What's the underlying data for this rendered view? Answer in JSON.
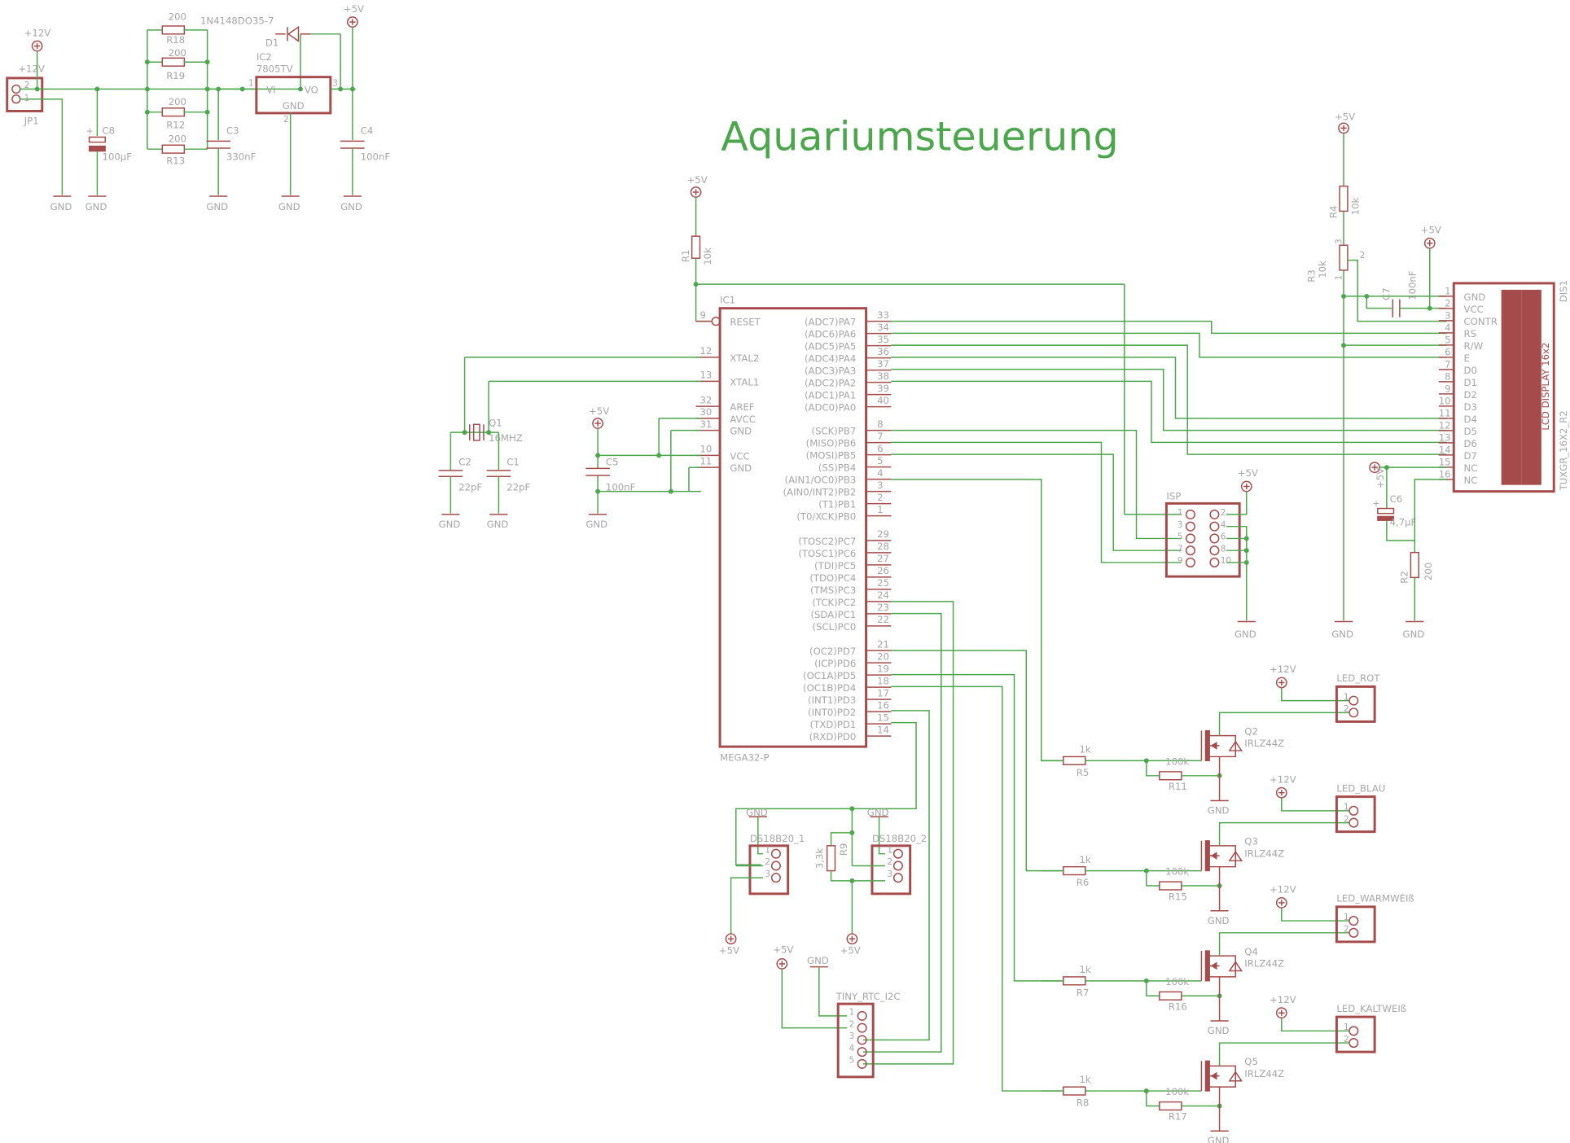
{
  "title": "Aquariumsteuerung",
  "colors": {
    "wire": "#4ca64c",
    "part": "#a54b4b",
    "label": "#a6a6a6",
    "title": "#4ca64c"
  },
  "power": {
    "jp1": {
      "name": "JP1",
      "supply": "+12V",
      "pin1": "1",
      "pin2": "2"
    },
    "c8": {
      "name": "C8",
      "value": "100µF"
    },
    "resistors": [
      {
        "name": "R18",
        "value": "200"
      },
      {
        "name": "R19",
        "value": "200"
      },
      {
        "name": "R12",
        "value": "200"
      },
      {
        "name": "R13",
        "value": "200"
      }
    ],
    "d1": {
      "name": "D1",
      "value": "1N4148DO35-7"
    },
    "ic2": {
      "name": "IC2",
      "value": "7805TV",
      "vi": "VI",
      "vo": "VO",
      "gnd": "GND",
      "pin1": "1",
      "pin2": "2",
      "pin3": "3"
    },
    "c3": {
      "name": "C3",
      "value": "330nF"
    },
    "c4": {
      "name": "C4",
      "value": "100nF"
    }
  },
  "net": {
    "gnd": "GND",
    "v5": "+5V",
    "v12": "+12V"
  },
  "mcu": {
    "name": "IC1",
    "part": "MEGA32-P",
    "left_pins": [
      {
        "num": "9",
        "label": "RESET"
      },
      {
        "num": "12",
        "label": "XTAL2"
      },
      {
        "num": "13",
        "label": "XTAL1"
      },
      {
        "num": "32",
        "label": "AREF"
      },
      {
        "num": "30",
        "label": "AVCC"
      },
      {
        "num": "31",
        "label": "GND"
      },
      {
        "num": "10",
        "label": "VCC"
      },
      {
        "num": "11",
        "label": "GND"
      }
    ],
    "right_pins": [
      {
        "num": "33",
        "label": "(ADC7)PA7"
      },
      {
        "num": "34",
        "label": "(ADC6)PA6"
      },
      {
        "num": "35",
        "label": "(ADC5)PA5"
      },
      {
        "num": "36",
        "label": "(ADC4)PA4"
      },
      {
        "num": "37",
        "label": "(ADC3)PA3"
      },
      {
        "num": "38",
        "label": "(ADC2)PA2"
      },
      {
        "num": "39",
        "label": "(ADC1)PA1"
      },
      {
        "num": "40",
        "label": "(ADC0)PA0"
      },
      {
        "num": "8",
        "label": "(SCK)PB7"
      },
      {
        "num": "7",
        "label": "(MISO)PB6"
      },
      {
        "num": "6",
        "label": "(MOSI)PB5"
      },
      {
        "num": "5",
        "label": "(SS)PB4"
      },
      {
        "num": "4",
        "label": "(AIN1/OC0)PB3"
      },
      {
        "num": "3",
        "label": "(AIN0/INT2)PB2"
      },
      {
        "num": "2",
        "label": "(T1)PB1"
      },
      {
        "num": "1",
        "label": "(T0/XCK)PB0"
      },
      {
        "num": "29",
        "label": "(TOSC2)PC7"
      },
      {
        "num": "28",
        "label": "(TOSC1)PC6"
      },
      {
        "num": "27",
        "label": "(TDI)PC5"
      },
      {
        "num": "26",
        "label": "(TDO)PC4"
      },
      {
        "num": "25",
        "label": "(TMS)PC3"
      },
      {
        "num": "24",
        "label": "(TCK)PC2"
      },
      {
        "num": "23",
        "label": "(SDA)PC1"
      },
      {
        "num": "22",
        "label": "(SCL)PC0"
      },
      {
        "num": "21",
        "label": "(OC2)PD7"
      },
      {
        "num": "20",
        "label": "(ICP)PD6"
      },
      {
        "num": "19",
        "label": "(OC1A)PD5"
      },
      {
        "num": "18",
        "label": "(OC1B)PD4"
      },
      {
        "num": "17",
        "label": "(INT1)PD3"
      },
      {
        "num": "16",
        "label": "(INT0)PD2"
      },
      {
        "num": "15",
        "label": "(TXD)PD1"
      },
      {
        "num": "14",
        "label": "(RXD)PD0"
      }
    ]
  },
  "r1": {
    "name": "R1",
    "value": "10k"
  },
  "crystal": {
    "name": "Q1",
    "value": "16MHZ"
  },
  "c1": {
    "name": "C1",
    "value": "22pF"
  },
  "c2": {
    "name": "C2",
    "value": "22pF"
  },
  "c5": {
    "name": "C5",
    "value": "100nF"
  },
  "lcd": {
    "name": "DIS1",
    "part": "TUXGR_16X2_R2",
    "display_label": "LCD DISPLAY 16x2",
    "pins": [
      {
        "num": "1",
        "label": "GND"
      },
      {
        "num": "2",
        "label": "VCC"
      },
      {
        "num": "3",
        "label": "CONTR"
      },
      {
        "num": "4",
        "label": "RS"
      },
      {
        "num": "5",
        "label": "R/W"
      },
      {
        "num": "6",
        "label": "E"
      },
      {
        "num": "7",
        "label": "D0"
      },
      {
        "num": "8",
        "label": "D1"
      },
      {
        "num": "9",
        "label": "D2"
      },
      {
        "num": "10",
        "label": "D3"
      },
      {
        "num": "11",
        "label": "D4"
      },
      {
        "num": "12",
        "label": "D5"
      },
      {
        "num": "13",
        "label": "D6"
      },
      {
        "num": "14",
        "label": "D7"
      },
      {
        "num": "15",
        "label": "NC"
      },
      {
        "num": "16",
        "label": "NC"
      }
    ]
  },
  "r4": {
    "name": "R4",
    "value": "10k"
  },
  "r3": {
    "name": "R3",
    "value": "10k",
    "pin1": "1",
    "pin2": "2",
    "pin3": "3"
  },
  "c7": {
    "name": "C7",
    "value": "100nF"
  },
  "c6": {
    "name": "C6",
    "value": "4,7µF"
  },
  "r2": {
    "name": "R2",
    "value": "200"
  },
  "isp": {
    "name": "ISP",
    "pins": [
      "1",
      "2",
      "3",
      "4",
      "5",
      "6",
      "7",
      "8",
      "9",
      "10"
    ]
  },
  "drivers": [
    {
      "mosfet": "Q2",
      "part": "IRLZ44Z",
      "rg": "R5",
      "rg_value": "1k",
      "rpd": "R11",
      "rpd_value": "100k",
      "led": "LED_ROT"
    },
    {
      "mosfet": "Q3",
      "part": "IRLZ44Z",
      "rg": "R6",
      "rg_value": "1k",
      "rpd": "R15",
      "rpd_value": "100k",
      "led": "LED_BLAU"
    },
    {
      "mosfet": "Q4",
      "part": "IRLZ44Z",
      "rg": "R7",
      "rg_value": "1k",
      "rpd": "R16",
      "rpd_value": "100k",
      "led": "LED_WARMWEIß"
    },
    {
      "mosfet": "Q5",
      "part": "IRLZ44Z",
      "rg": "R8",
      "rg_value": "1k",
      "rpd": "R17",
      "rpd_value": "100k",
      "led": "LED_KALTWEIß"
    }
  ],
  "sensors": [
    {
      "name": "DS18B20_1",
      "pins": [
        "1",
        "2",
        "3"
      ]
    },
    {
      "name": "DS18B20_2",
      "pins": [
        "1",
        "2",
        "3"
      ]
    }
  ],
  "r9": {
    "name": "R9",
    "value": "3,3k"
  },
  "rtc": {
    "name": "TINY_RTC_I2C",
    "pins": [
      "1",
      "2",
      "3",
      "4",
      "5"
    ]
  },
  "connector_pins": {
    "p1": "1",
    "p2": "2"
  }
}
